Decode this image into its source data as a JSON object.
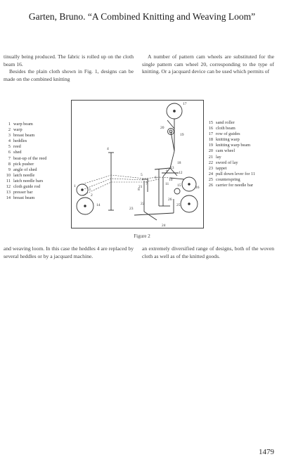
{
  "header": {
    "title": "Garten, Bruno. “A Combined Knitting and Weaving Loom”"
  },
  "text": {
    "left_top": [
      "tinually being produced. The fabric is rolled up on the cloth beam 16.",
      "Besides the plain cloth shown in Fig. 1, designs can be made on the combined knitting"
    ],
    "right_top": [
      "A number of pattern cam wheels are substituted for the single pattern cam wheel 20, corresponding to the type of knitting. Or a jacquard device can be used which permits of"
    ],
    "left_bottom": [
      "and weaving loom. In this case the heddles 4 are replaced by several heddles or by a jacquard machine."
    ],
    "right_bottom": [
      "an extremely diversified range of designs, both of the woven cloth as well as of the knitted goods."
    ]
  },
  "legend_left": [
    {
      "num": "1",
      "label": "warp beam"
    },
    {
      "num": "2",
      "label": "warp"
    },
    {
      "num": "3",
      "label": "breast beam"
    },
    {
      "num": "4",
      "label": "heddles"
    },
    {
      "num": "5",
      "label": "reed"
    },
    {
      "num": "6",
      "label": "shed"
    },
    {
      "num": "7",
      "label": "beat-up of the reed"
    },
    {
      "num": "8",
      "label": "pick pusher"
    },
    {
      "num": "9",
      "label": "angle of shed"
    },
    {
      "num": "10",
      "label": "latch needle"
    },
    {
      "num": "11",
      "label": "latch needle bars"
    },
    {
      "num": "12",
      "label": "cloth guide rod"
    },
    {
      "num": "13",
      "label": "presser bar"
    },
    {
      "num": "14",
      "label": "breast beam"
    }
  ],
  "legend_right": [
    {
      "num": "15",
      "label": "sand roller"
    },
    {
      "num": "16",
      "label": "cloth beam"
    },
    {
      "num": "17",
      "label": "row of guides"
    },
    {
      "num": "18",
      "label": "knitting warp"
    },
    {
      "num": "19",
      "label": "knitting warp beam"
    },
    {
      "num": "20",
      "label": "cam wheel"
    },
    {
      "num": "21",
      "label": "lay"
    },
    {
      "num": "22",
      "label": "sword of lay"
    },
    {
      "num": "23",
      "label": "tappet"
    },
    {
      "num": "24",
      "label": "pull down lever for 11"
    },
    {
      "num": "25",
      "label": "counterspring"
    },
    {
      "num": "26",
      "label": "carrier for needle bar"
    }
  ],
  "figure": {
    "caption": "Figure 2",
    "labels": [
      "17",
      "20",
      "19",
      "18",
      "16",
      "2",
      "1",
      "3",
      "4",
      "5",
      "6",
      "7",
      "8",
      "9",
      "10",
      "11",
      "12",
      "13",
      "14",
      "15",
      "21",
      "22",
      "23",
      "24",
      "25",
      "26"
    ]
  },
  "footer": {
    "page_number": "1479"
  }
}
